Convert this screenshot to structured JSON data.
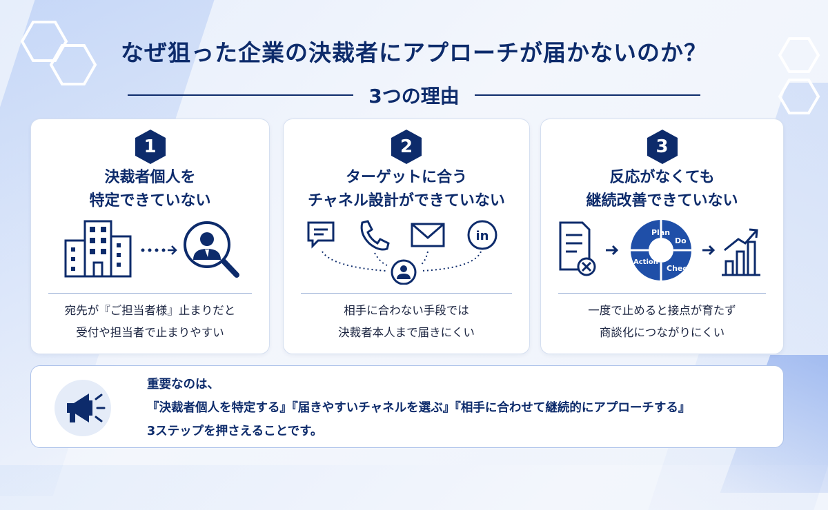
{
  "title": "なぜ狙った企業の決裁者にアプローチが届かないのか？",
  "subtitle": "3つの理由",
  "reasons": [
    {
      "number": "1",
      "title_lines": [
        "決裁者個人を",
        "特定できていない"
      ],
      "desc_lines": [
        "宛先が『ご担当者様』止まりだと",
        "受付や担当者で止まりやすい"
      ]
    },
    {
      "number": "2",
      "title_lines": [
        "ターゲットに合う",
        "チャネル設計ができていない"
      ],
      "desc_lines": [
        "相手に合わない手段では",
        "決裁者本人まで届きにくい"
      ]
    },
    {
      "number": "3",
      "title_lines": [
        "反応がなくても",
        "継続改善できていない"
      ],
      "desc_lines": [
        "一度で止めると接点が育たず",
        "商談化につながりにくい"
      ],
      "pdca": [
        "Plan",
        "Do",
        "Check",
        "Action"
      ]
    }
  ],
  "bottom": {
    "lines": [
      "重要なのは、",
      "『決裁者個人を特定する』『届きやすいチャネルを選ぶ』『相手に合わせて継続的にアプローチする』",
      "3ステップを押さえることです。"
    ]
  },
  "colors": {
    "navy": "#0d2b6b",
    "accent": "#1f4fa8",
    "light": "#e5ecf8"
  },
  "icons": [
    "building-icon",
    "person-magnifier-icon",
    "chat-icon",
    "phone-icon",
    "mail-icon",
    "linkedin-icon",
    "person-icon",
    "document-x-icon",
    "pdca-cycle-icon",
    "growth-chart-icon",
    "megaphone-icon"
  ]
}
